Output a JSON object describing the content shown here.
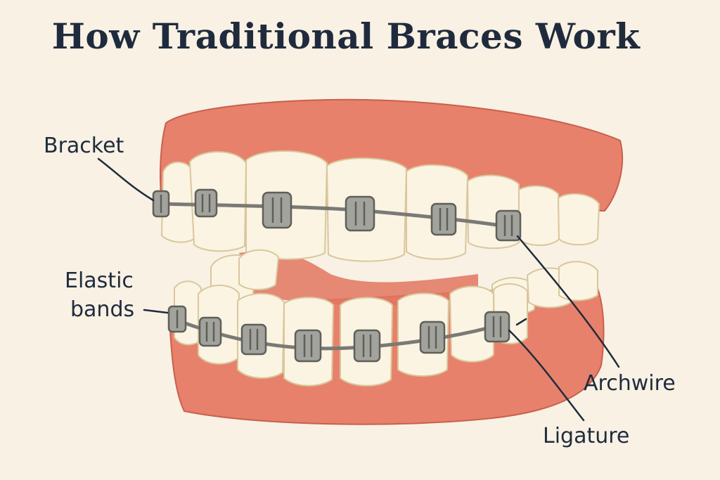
{
  "title": "How Traditional Braces Work",
  "labels": {
    "bracket": "Bracket",
    "elastic_line1": "Elastic",
    "elastic_line2": "bands",
    "archwire": "Archwire",
    "ligature": "Ligature"
  },
  "colors": {
    "background": "#f8f1e4",
    "gum": "#e8816b",
    "gum_outline": "#c8604d",
    "tooth": "#fbf4e2",
    "tooth_outline": "#d9c79d",
    "metal": "#9a9a94",
    "metal_outline": "#5f5f5a",
    "text": "#1f2b3d"
  }
}
